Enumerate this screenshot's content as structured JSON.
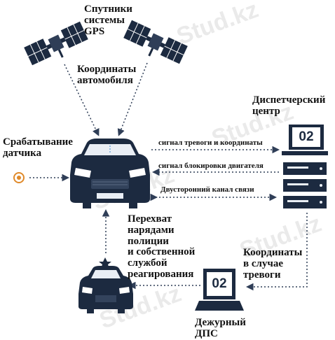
{
  "watermark": "Stud.kz",
  "labels": {
    "gps_satellites": "Спутники\nсистемы\nGPS",
    "car_coordinates": "Координаты\nавтомобиля",
    "sensor_trigger": "Срабатывание\nдатчика",
    "dispatch_center": "Диспетчерский\nцентр",
    "signal_alarm": "сигнал тревоги и координаты",
    "signal_block": "сигнал блокировки двигателя",
    "two_way_channel": "Двусторонний канал связи",
    "interception": "Перехват\nнарядами\nполиции\nи собственной\nслужбой\nреагирования",
    "coords_alarm": "Координаты\nв случае\nтревоги",
    "duty_dps": "Дежурный\nДПС"
  },
  "monitor_dispatch": "02",
  "monitor_dps": "02",
  "colors": {
    "dark": "#1c2a40",
    "arrow": "#2f3e57",
    "background": "#ffffff",
    "sensor": "#e08a2a"
  }
}
